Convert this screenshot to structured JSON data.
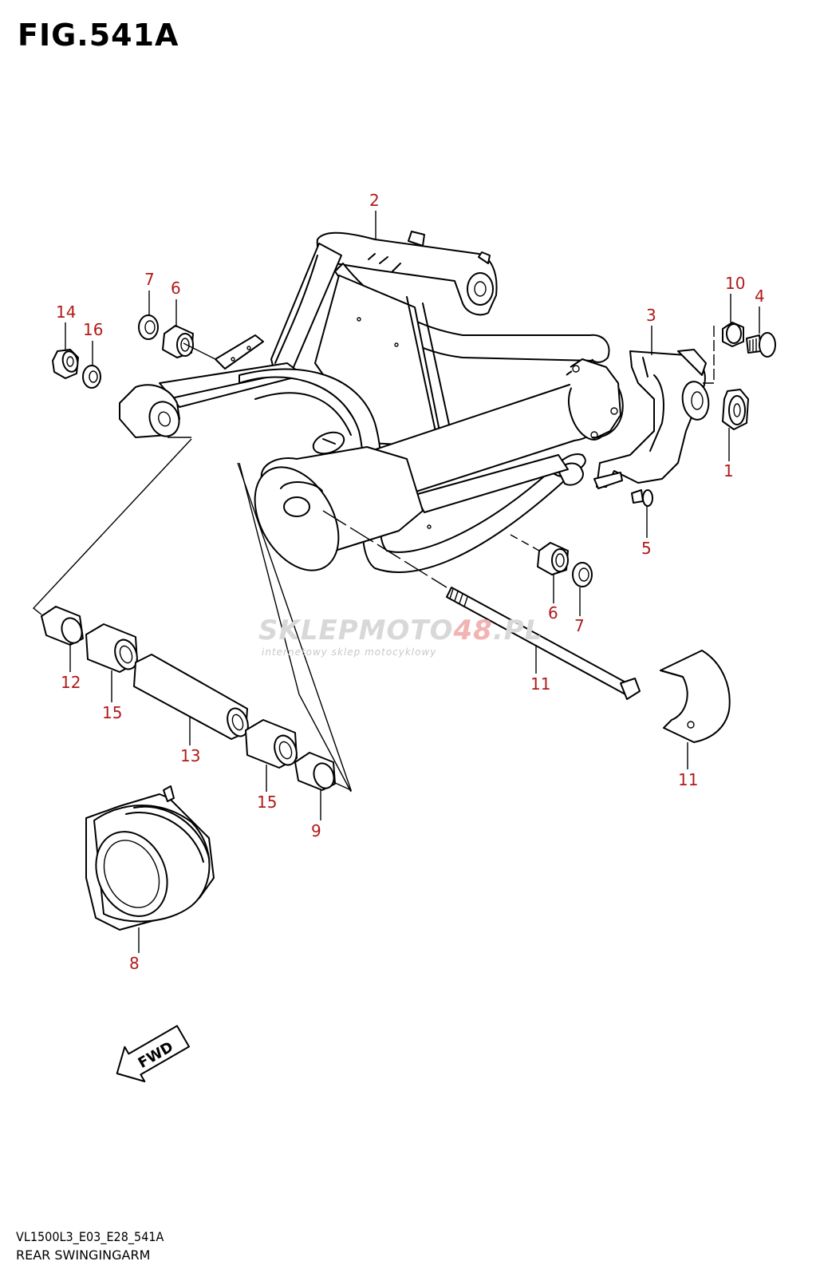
{
  "figure": {
    "title": "FIG.541A",
    "model_code": "VL1500L3_E03_E28_541A",
    "section_name": "REAR SWINGINGARM"
  },
  "watermark": {
    "brand_left": "SKLEPMOTO",
    "brand_accent": "48",
    "brand_right": ".PL",
    "tagline": "internetowy sklep motocyklowy"
  },
  "fwd_label": "FWD",
  "callouts": [
    {
      "id": "1",
      "label": "1"
    },
    {
      "id": "2",
      "label": "2"
    },
    {
      "id": "3",
      "label": "3"
    },
    {
      "id": "4",
      "label": "4"
    },
    {
      "id": "5",
      "label": "5"
    },
    {
      "id": "6a",
      "label": "6"
    },
    {
      "id": "6b",
      "label": "6"
    },
    {
      "id": "7a",
      "label": "7"
    },
    {
      "id": "7b",
      "label": "7"
    },
    {
      "id": "8",
      "label": "8"
    },
    {
      "id": "9",
      "label": "9"
    },
    {
      "id": "10",
      "label": "10"
    },
    {
      "id": "11a",
      "label": "11"
    },
    {
      "id": "11b",
      "label": "11"
    },
    {
      "id": "12",
      "label": "12"
    },
    {
      "id": "13",
      "label": "13"
    },
    {
      "id": "14",
      "label": "14"
    },
    {
      "id": "15a",
      "label": "15"
    },
    {
      "id": "15b",
      "label": "15"
    },
    {
      "id": "16",
      "label": "16"
    }
  ],
  "colors": {
    "callout_text": "#b11a1a",
    "line_art": "#000000",
    "watermark_accent": "#e05050"
  }
}
